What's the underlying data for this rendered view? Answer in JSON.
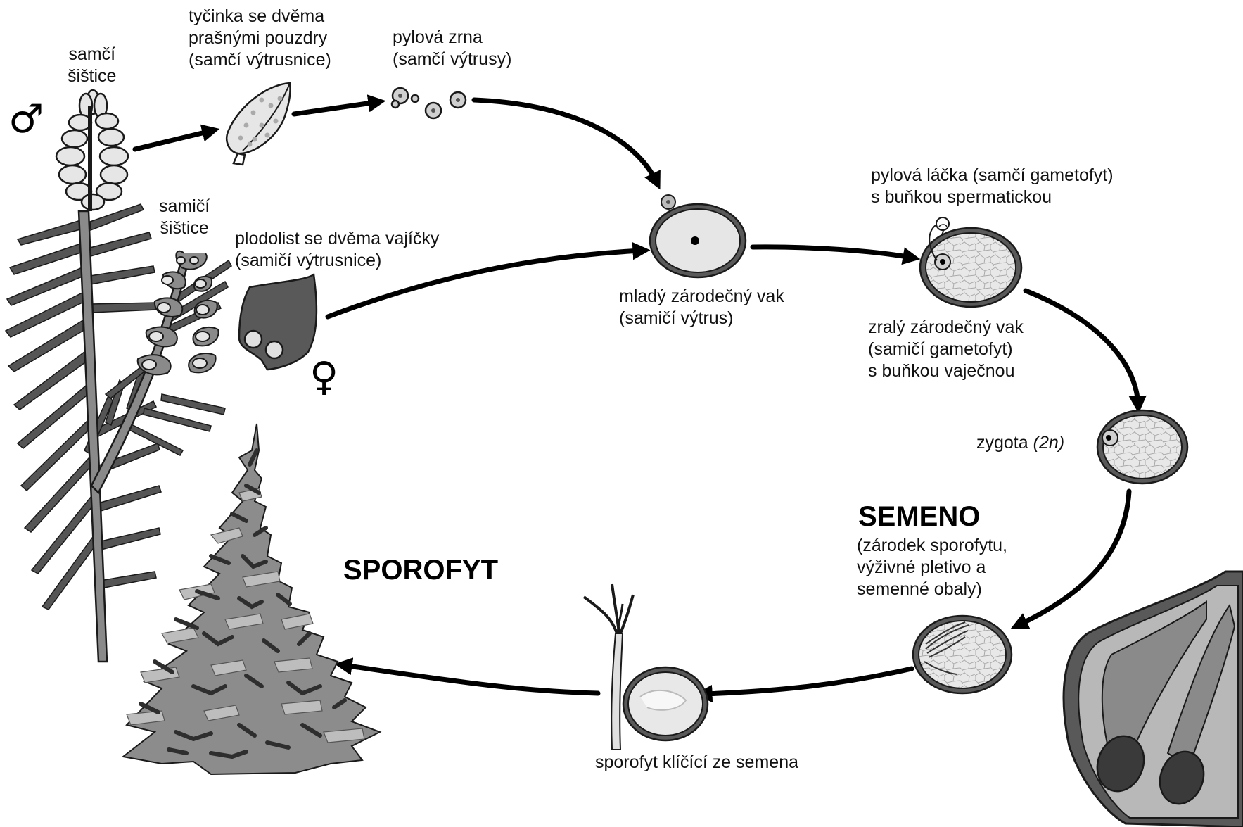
{
  "labels": {
    "male_cone": [
      "samčí",
      "šištice"
    ],
    "female_cone": [
      "samičí",
      "šištice"
    ],
    "stamen": [
      "tyčinka se dvěma",
      "prašnými pouzdry",
      "(samčí výtrusnice)"
    ],
    "pollen": [
      "pylová zrna",
      "(samčí výtrusy)"
    ],
    "carpel": [
      "plodolist se dvěma vajíčky",
      "(samičí výtrusnice)"
    ],
    "young_sac": [
      "mladý zárodečný vak",
      "(samičí výtrus)"
    ],
    "pollen_tube": [
      "pylová láčka (samčí gametofyt)",
      "s buňkou spermatickou"
    ],
    "mature_sac": [
      "zralý zárodečný vak",
      "(samičí gametofyt)",
      "s buňkou vaječnou"
    ],
    "zygote": {
      "text": "zygota",
      "ploidy": "(2n)"
    },
    "seed_title": "SEMENO",
    "seed_desc": [
      "(zárodek sporofytu,",
      "výživné pletivo a",
      "semenné obaly)"
    ],
    "seedling": "sporofyt klíčící ze semena",
    "sporophyte": "SPOROFYT"
  },
  "symbols": {
    "male": "♂",
    "female": "♀"
  },
  "colors": {
    "outline": "#1a1a1a",
    "light_fill": "#e6e6e6",
    "mid_gray": "#8a8a8a",
    "dark_gray": "#595959",
    "tissue": "#c9c9c9",
    "tree_dark": "#2e2e2e",
    "tree_mid": "#8c8c8c",
    "tree_light": "#bdbdbd"
  }
}
